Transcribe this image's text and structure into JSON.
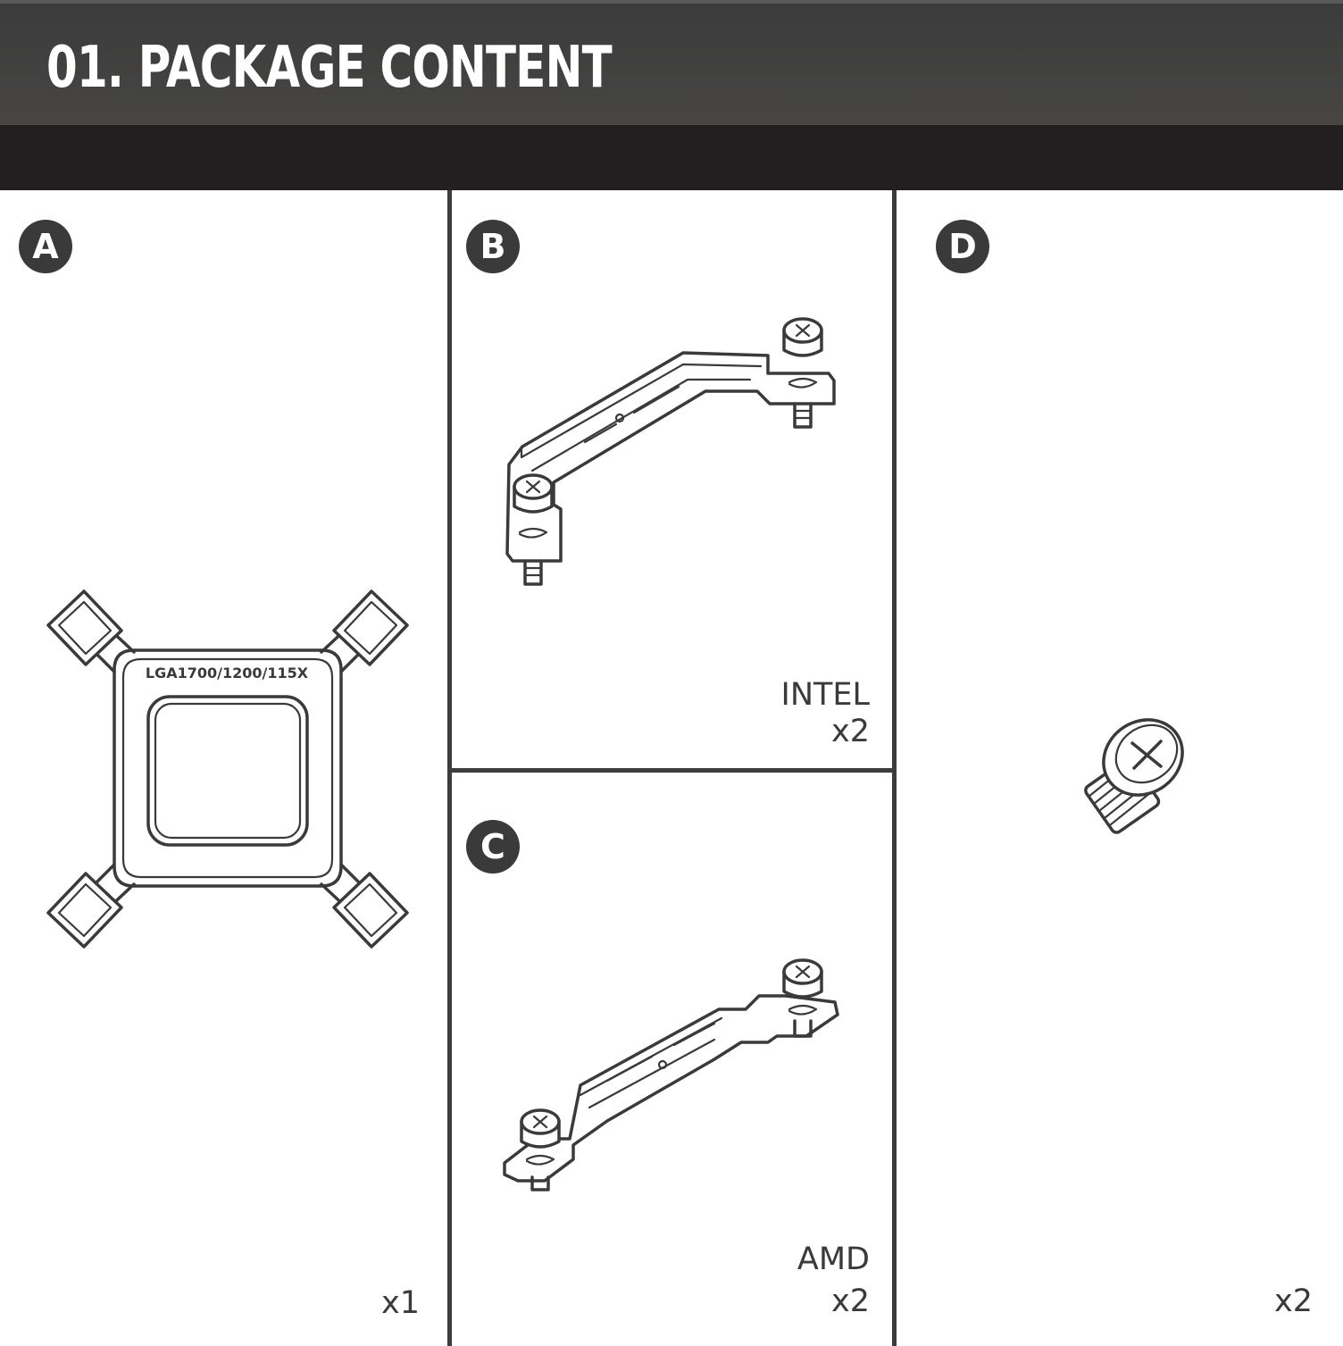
{
  "header": {
    "title": "01. PACKAGE CONTENT"
  },
  "panels": {
    "a": {
      "badge": "A",
      "part_text": "LGA1700/1200/115X",
      "quantity": "x1"
    },
    "b": {
      "badge": "B",
      "platform": "INTEL",
      "quantity": "x2"
    },
    "c": {
      "badge": "C",
      "platform": "AMD",
      "quantity": "x2"
    },
    "d": {
      "badge": "D",
      "quantity": "x2"
    }
  },
  "colors": {
    "header_top": "#434241",
    "header_band": "#231f20",
    "ink": "#3a3a3a"
  }
}
